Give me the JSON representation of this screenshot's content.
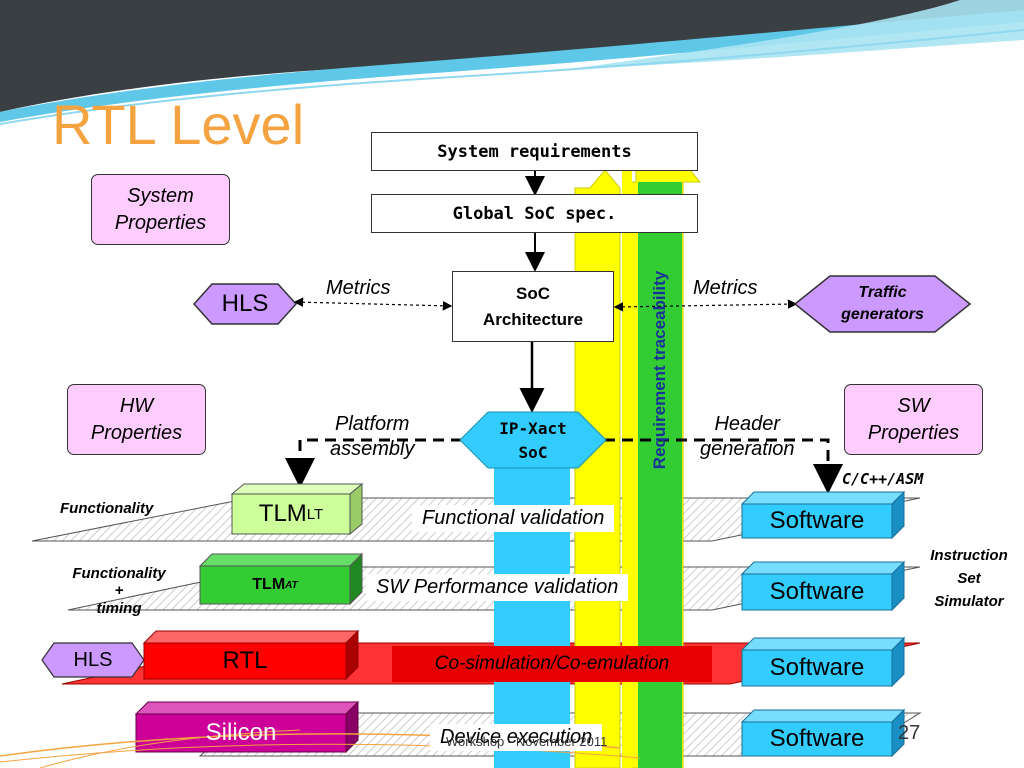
{
  "title": "RTL Level",
  "system_requirements": "System requirements",
  "global_soc_spec": "Global SoC spec.",
  "soc_architecture": [
    "SoC",
    "Architecture"
  ],
  "requirement_traceability": "Requirement traceability",
  "metrics_left": "Metrics",
  "metrics_right": "Metrics",
  "hls": "HLS",
  "hls_bottom": "HLS",
  "traffic_generators": [
    "Traffic",
    "generators"
  ],
  "system_properties": [
    "System",
    "Properties"
  ],
  "hw_properties": [
    "HW",
    "Properties"
  ],
  "sw_properties": [
    "SW",
    "Properties"
  ],
  "platform_assembly": [
    "Platform",
    "assembly"
  ],
  "header_generation": [
    "Header",
    "generation"
  ],
  "ip_xact_soc": [
    "IP-Xact",
    "SoC"
  ],
  "c_cpp_asm": "C/C++/ASM",
  "functionality": "Functionality",
  "functionality_timing": [
    "Functionality",
    "+",
    "timing"
  ],
  "instruction_set_simulator": [
    "Instruction",
    "Set",
    "Simulator"
  ],
  "tlm_lt": {
    "main": "TLM",
    "sub": "LT"
  },
  "tlm_at": {
    "main": "TLM",
    "sub": "AT"
  },
  "rtl": "RTL",
  "silicon": "Silicon",
  "functional_validation": "Functional validation",
  "sw_performance_validation": "SW Performance validation",
  "co_simulation": "Co-simulation/Co-emulation",
  "device_execution": "Device execution",
  "software_labels": [
    "Software",
    "Software",
    "Software",
    "Software"
  ],
  "footer": "Workshop - November 2011",
  "page_number": "27",
  "colors": {
    "title": "#f4a340",
    "properties_fill": "#ffccff",
    "hls_fill": "#cc99ff",
    "tlm_lt_fill": "#ccff99",
    "tlm_at_fill": "#33cc33",
    "rtl_fill": "#ff0000",
    "silicon_fill": "#cc0099",
    "software_fill": "#33ccff",
    "ip_xact_fill": "#33ccff",
    "traceability_yellow": "#ffff00",
    "traceability_green": "#33cc33"
  }
}
